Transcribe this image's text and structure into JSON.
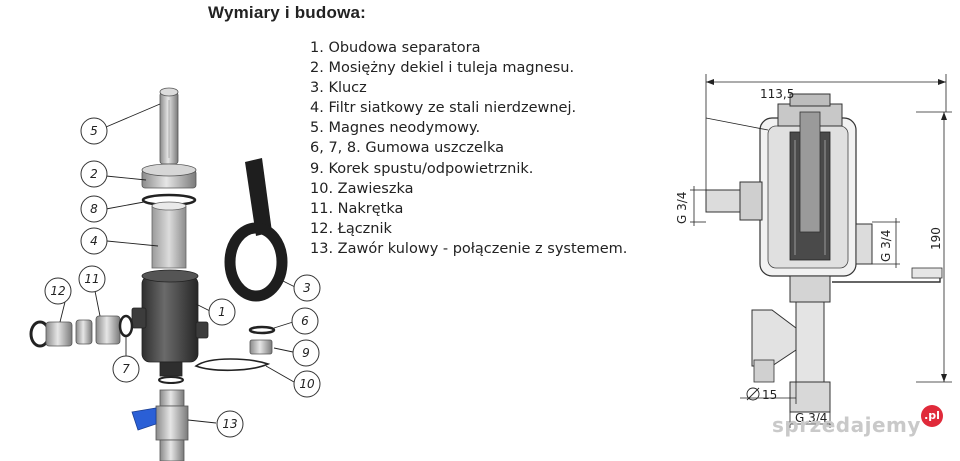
{
  "title": "Wymiary i budowa:",
  "legend": [
    "1. Obudowa separatora",
    "2. Mosiężny dekiel i tuleja magnesu.",
    "3. Klucz",
    "4. Filtr siatkowy ze stali nierdzewnej.",
    "5. Magnes neodymowy.",
    "6, 7, 8. Gumowa uszczelka",
    "9. Korek spustu/odpowietrznik.",
    "10. Zawieszka",
    "11. Nakrętka",
    "12. Łącznik",
    "13. Zawór kulowy - połączenie z systemem."
  ],
  "callouts": {
    "c1": "1",
    "c2": "2",
    "c3": "3",
    "c4": "4",
    "c5": "5",
    "c6": "6",
    "c7": "7",
    "c8": "8",
    "c9": "9",
    "c10": "10",
    "c11": "11",
    "c12": "12",
    "c13": "13"
  },
  "dimensions": {
    "width": "113,5",
    "height": "190",
    "inlet": "G 3/4",
    "outlet": "G 3/4",
    "bottom_thread": "G 3/4",
    "diameter": "15"
  },
  "watermark": {
    "text": "sprzedajemy",
    "badge": ".pl"
  },
  "colors": {
    "handle_blue": "#2a5fd6",
    "housing": "#4a4a4a",
    "metal": "#bfbfbf"
  }
}
